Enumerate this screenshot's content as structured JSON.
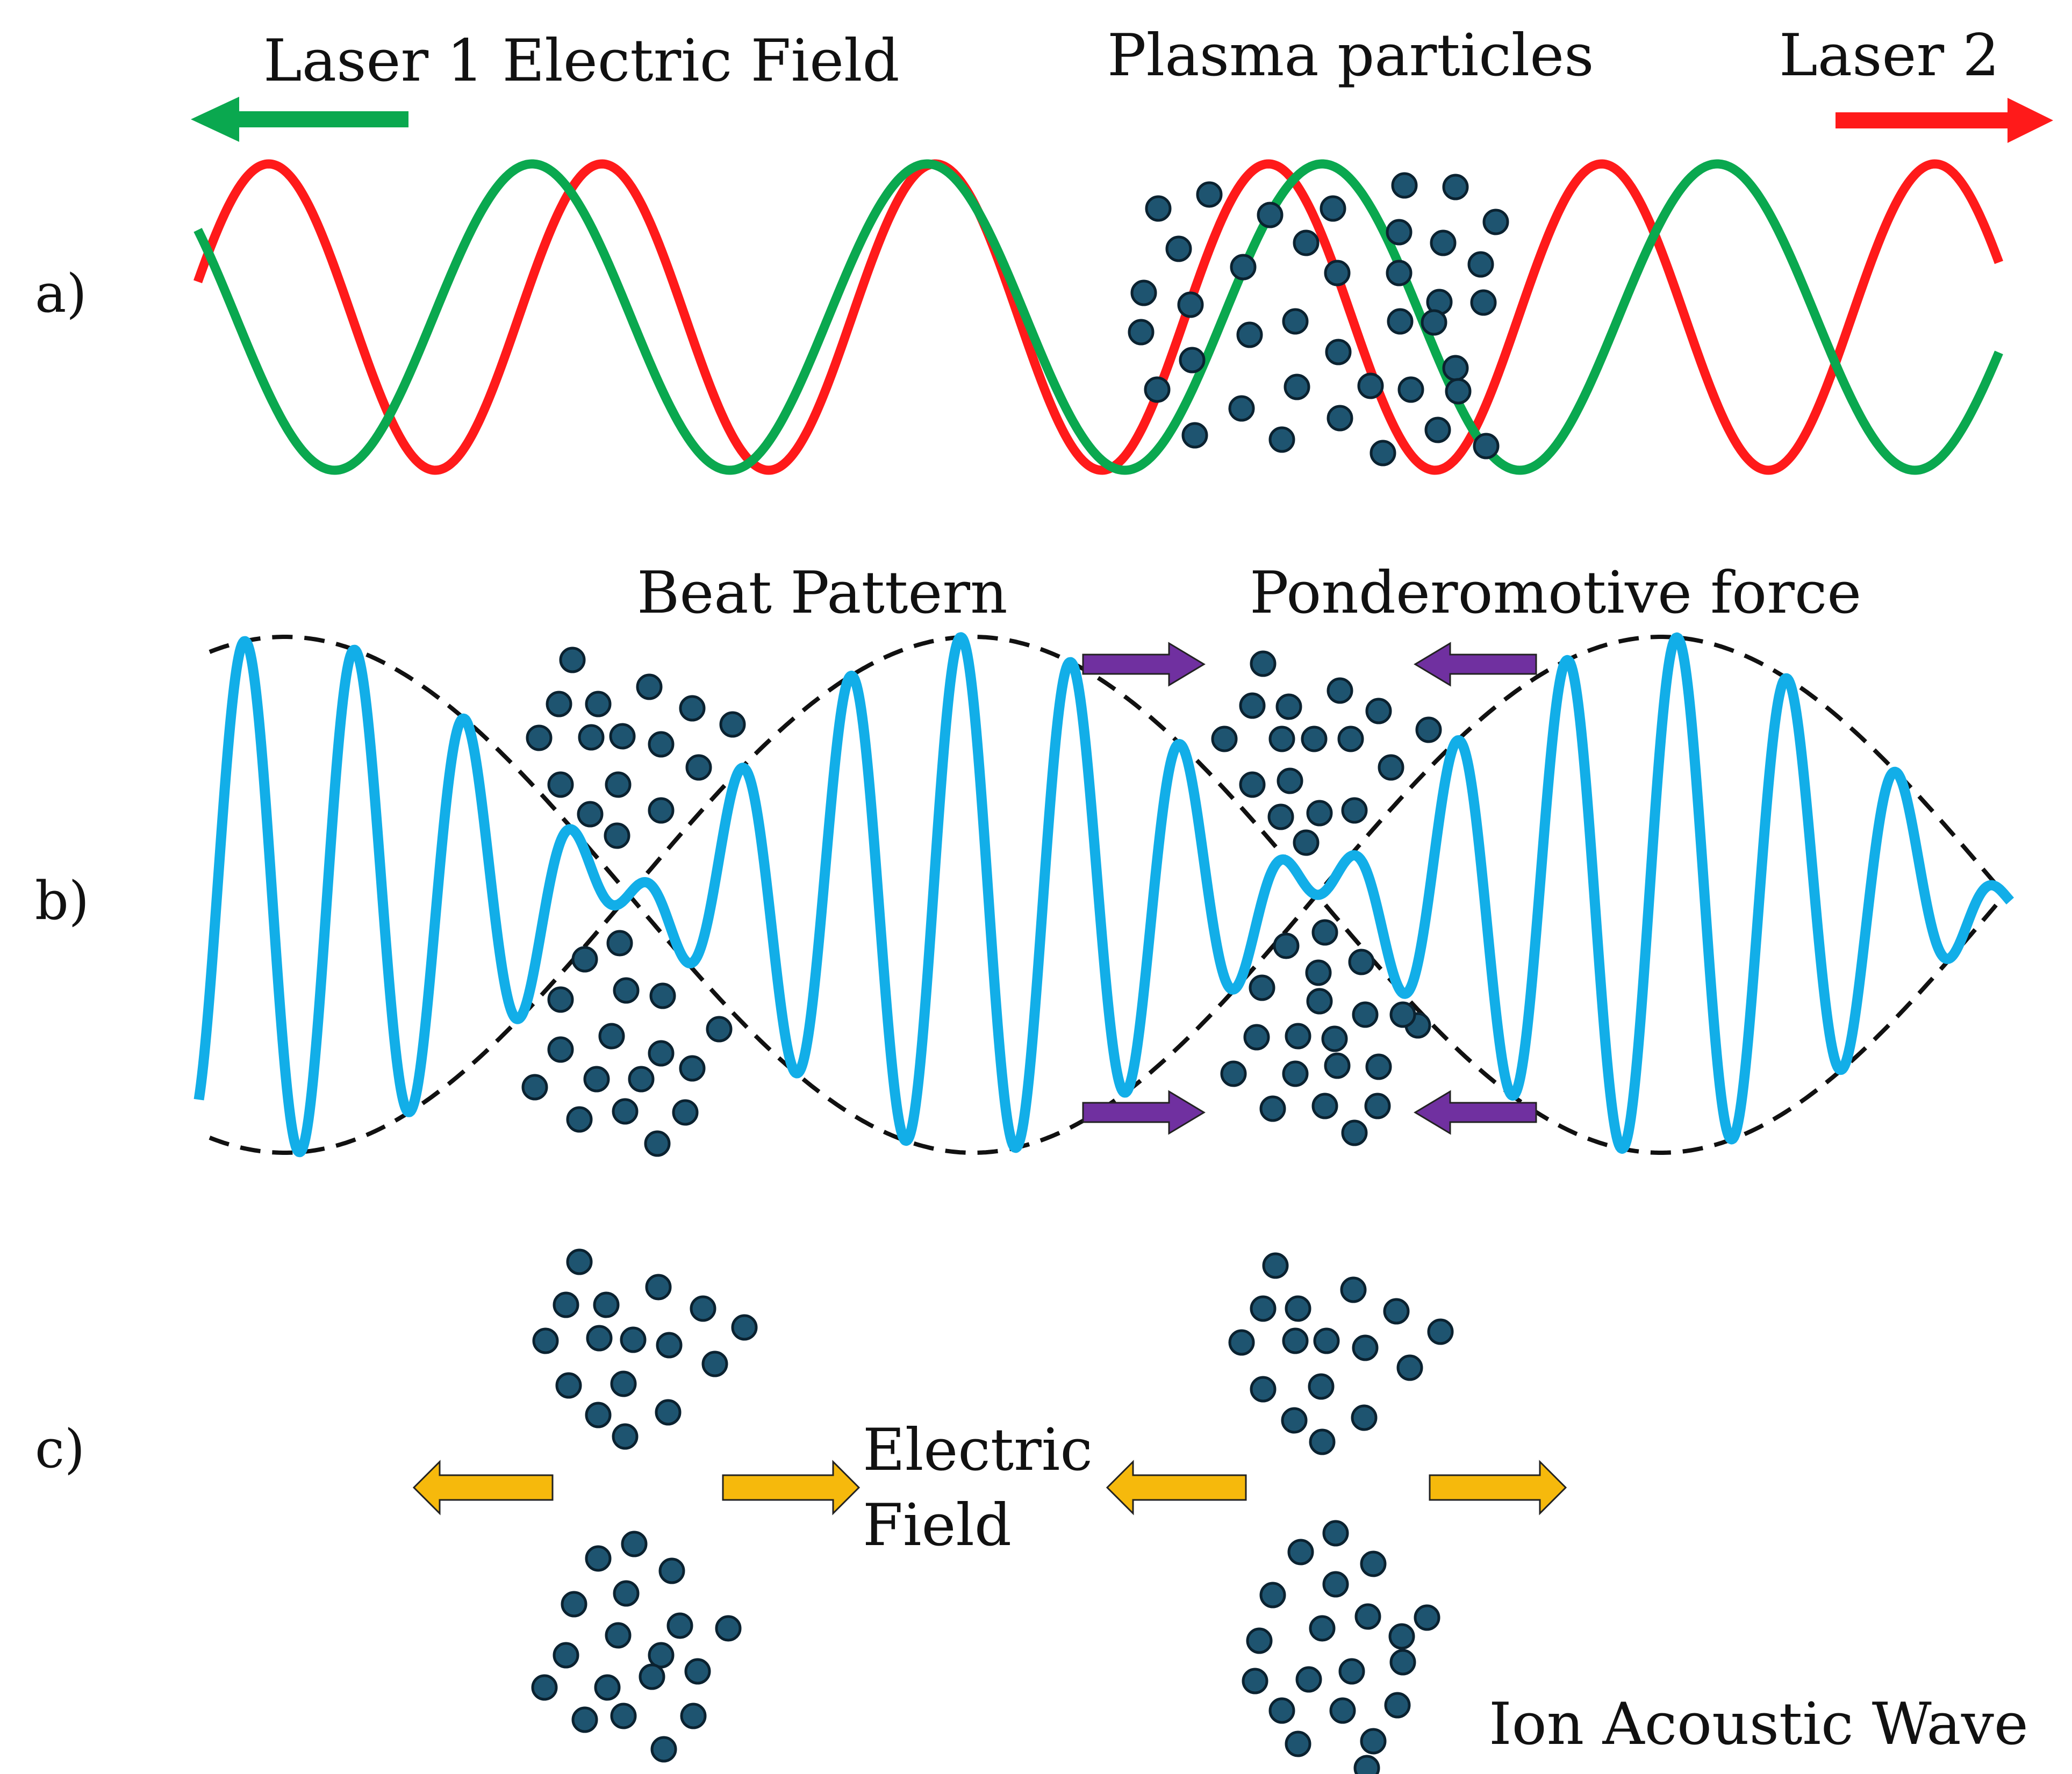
{
  "panels": {
    "a": {
      "label": "a)",
      "laser1_label": "Laser 1 Electric Field",
      "plasma_label": "Plasma particles",
      "laser2_label": "Laser 2"
    },
    "b": {
      "label": "b)",
      "beat_label": "Beat Pattern",
      "ponderomotive_label": "Ponderomotive force"
    },
    "c": {
      "label": "c)",
      "electric_field_line1": "Electric",
      "electric_field_line2": "Field",
      "ion_acoustic_label": "Ion Acoustic Wave"
    }
  },
  "colors": {
    "laser1": "#0aa84f",
    "laser2": "#ff1a1a",
    "beat": "#12aee8",
    "envelope": "#111111",
    "particle": "#1e5470",
    "ponderomotive_arrow": "#7030a0",
    "field_arrow": "#f6b90c"
  }
}
